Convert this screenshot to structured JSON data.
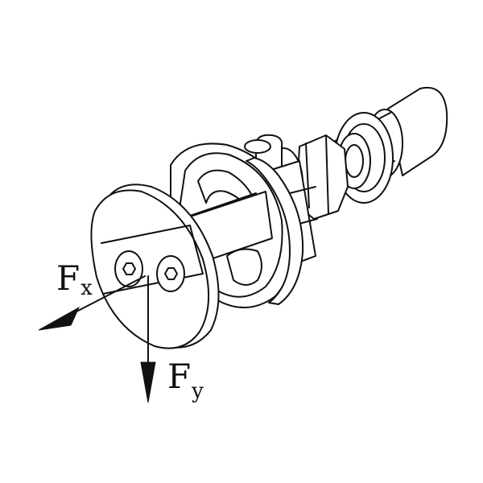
{
  "forces": {
    "fx": {
      "main": "F",
      "sub": "x"
    },
    "fy": {
      "main": "F",
      "sub": "y"
    }
  },
  "colors": {
    "line": "#111111",
    "background": "#ffffff"
  }
}
